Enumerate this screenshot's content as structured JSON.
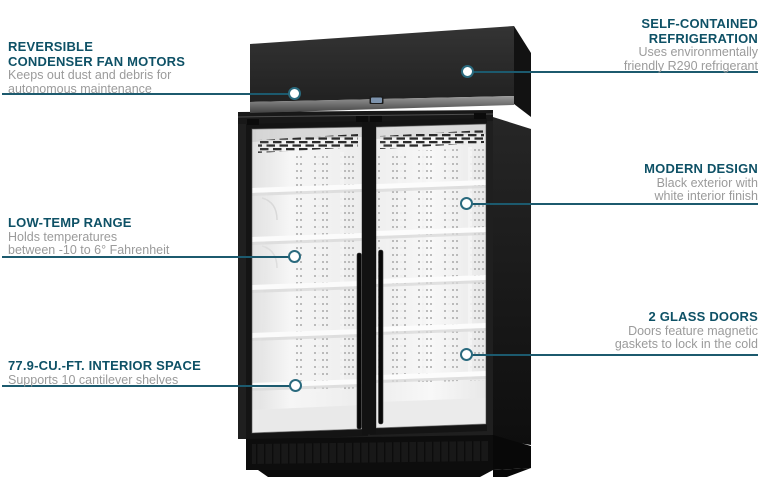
{
  "page": {
    "type": "product-feature-infographic",
    "background": "#ffffff"
  },
  "colors": {
    "accent_line": "#1c5a6e",
    "dot_ring": "#2a6a7e",
    "heading_text": "#0e5166",
    "body_text": "#9b9b9b",
    "cabinet_black": "#1f1f1f",
    "interior_white": "#f2f2f2",
    "brand_badge": "#7d93ad"
  },
  "illustration": {
    "name": "two-glass-door-merchandiser-freezer",
    "shelves_per_door": 5,
    "doors": 2
  },
  "callouts": [
    {
      "id": "condenser-fan-motors",
      "side": "left",
      "title_lines": [
        "REVERSIBLE",
        "CONDENSER FAN MOTORS"
      ],
      "description_lines": [
        "Keeps out dust and debris for",
        "autonomous maintenance"
      ]
    },
    {
      "id": "self-contained-refrigeration",
      "side": "right",
      "title_lines": [
        "SELF-CONTAINED",
        "REFRIGERATION"
      ],
      "description_lines": [
        "Uses environmentally",
        "friendly R290 refrigerant"
      ]
    },
    {
      "id": "modern-design",
      "side": "right",
      "title_lines": [
        "MODERN DESIGN"
      ],
      "description_lines": [
        "Black exterior with",
        "white interior finish"
      ]
    },
    {
      "id": "low-temp-range",
      "side": "left",
      "title_lines": [
        "LOW-TEMP RANGE"
      ],
      "description_lines": [
        "Holds temperatures",
        "between -10 to 6° Fahrenheit"
      ]
    },
    {
      "id": "interior-space",
      "side": "left",
      "title_lines": [
        "77.9-CU.-FT. INTERIOR SPACE"
      ],
      "description_lines": [
        "Supports 10 cantilever shelves"
      ]
    },
    {
      "id": "glass-doors",
      "side": "right",
      "title_lines": [
        "2 GLASS DOORS"
      ],
      "description_lines": [
        "Doors feature magnetic",
        "gaskets to lock in the cold"
      ]
    }
  ]
}
